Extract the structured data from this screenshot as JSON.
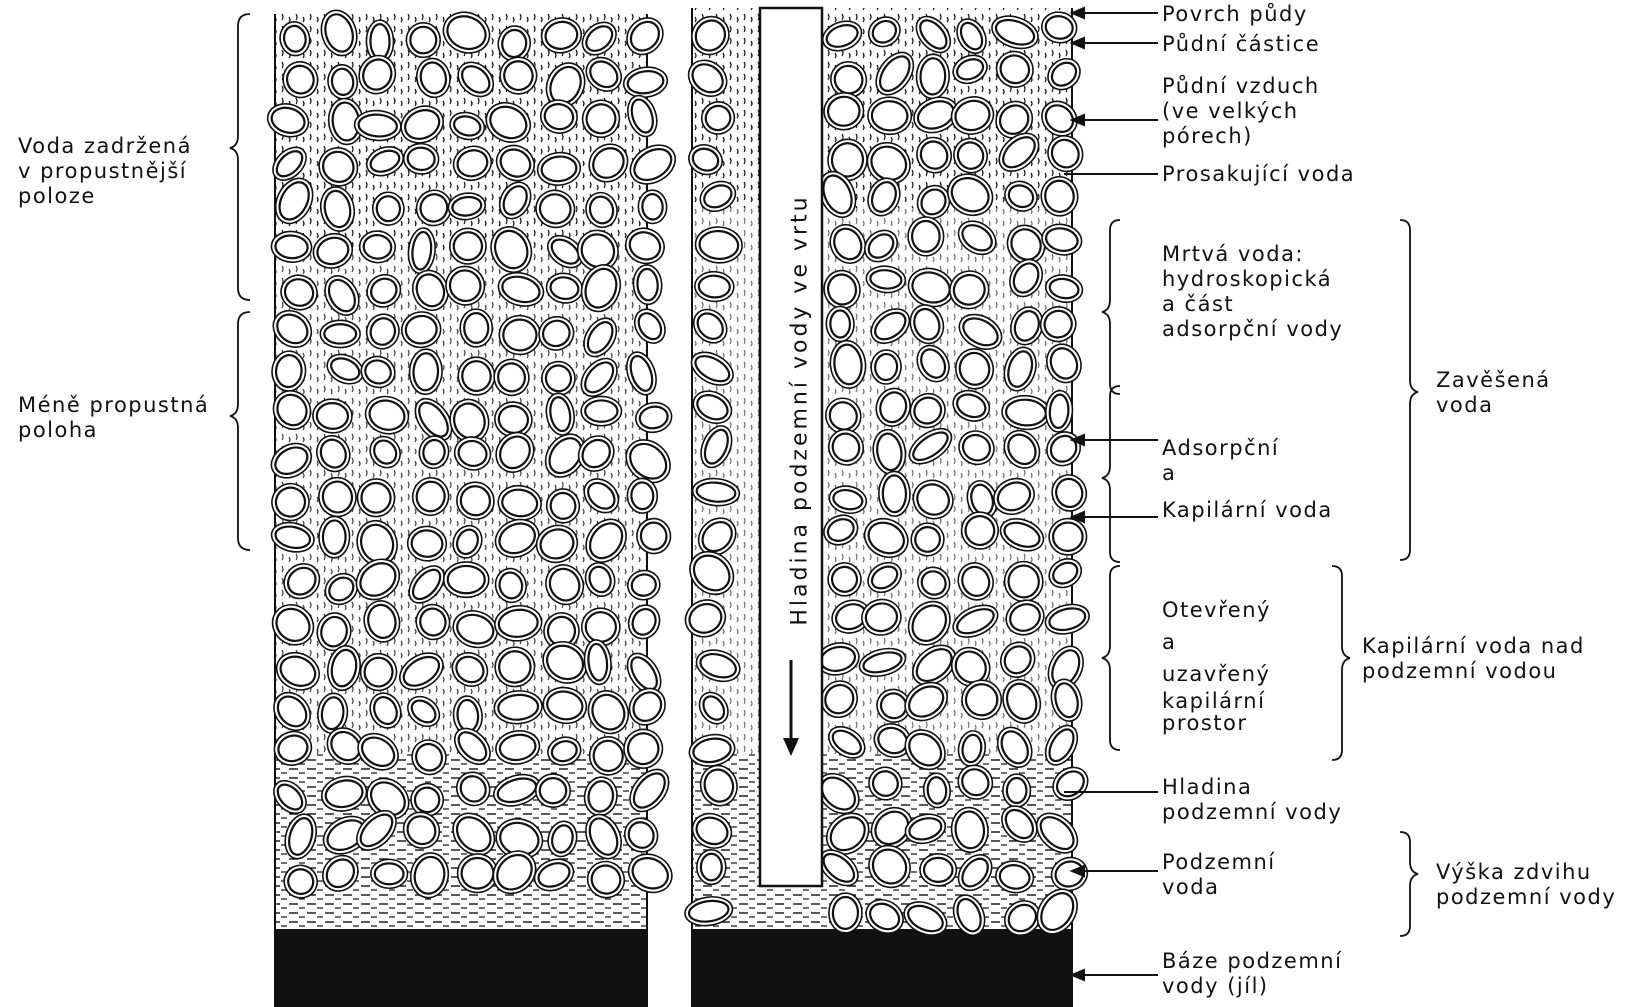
{
  "left_labels": {
    "voda_zadrzena": [
      "Voda zadržená",
      "v propustnější",
      "poloze"
    ],
    "mene_propustna": [
      "Méně propustná",
      "poloha"
    ]
  },
  "borehole_label": "Hladina podzemní vody ve vrtu",
  "right_labels": {
    "povrch": "Povrch půdy",
    "castice": "Půdní částice",
    "vzduch": [
      "Půdní vzduch",
      "(ve velkých",
      "pórech)"
    ],
    "prosakujici": "Prosakující voda",
    "mrtva": [
      "Mrtvá voda:",
      "hydroskopická",
      "a část",
      "adsorpční vody"
    ],
    "adsorpcni": [
      "Adsorpční",
      "a"
    ],
    "kapilarni": "Kapilární voda",
    "otevreny": [
      "Otevřený",
      "a",
      "uzavřený",
      "kapilární",
      "prostor"
    ],
    "hladina": [
      "Hladina",
      "podzemní vody"
    ],
    "podzemni": [
      "Podzemní",
      "voda"
    ],
    "baze": [
      "Báze podzemní",
      "vody (jíl)"
    ]
  },
  "group_labels": {
    "zavesena": [
      "Zavěšená",
      "voda"
    ],
    "kapilarni_nad": [
      "Kapilární voda nad",
      "podzemní vodou"
    ],
    "vyska": [
      "Výška zdvihu",
      "podzemní vody"
    ]
  },
  "colors": {
    "ink": "#111111",
    "paper": "#ffffff"
  }
}
